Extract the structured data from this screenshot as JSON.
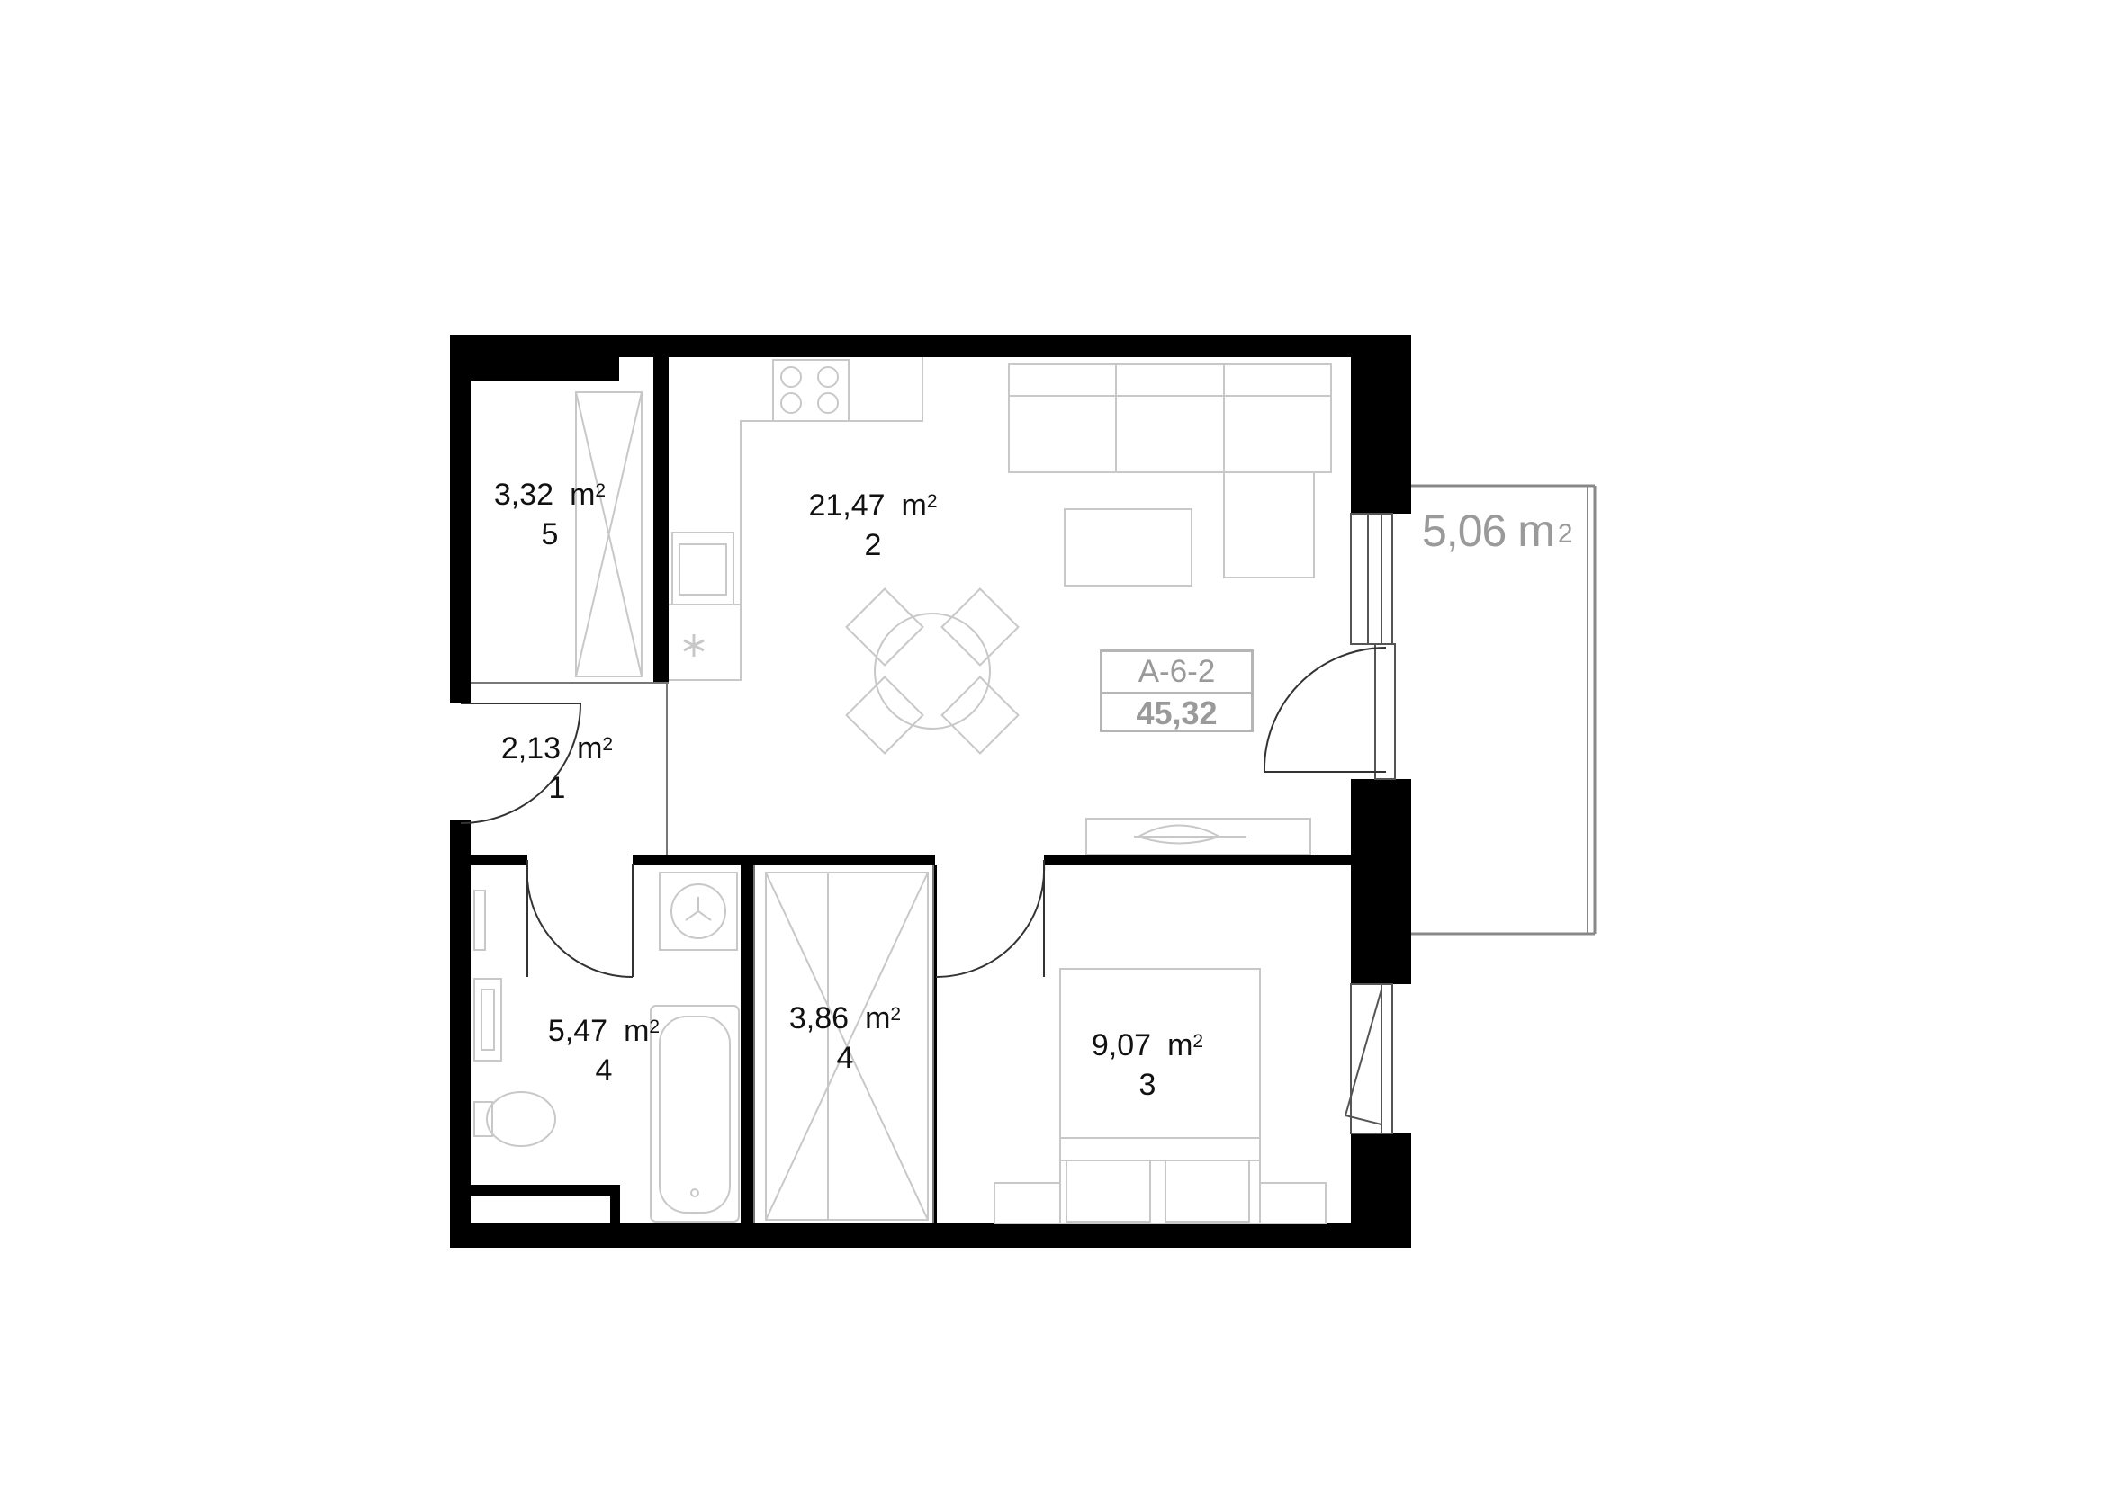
{
  "unit": {
    "code": "A-6-2",
    "total_area": "45,32"
  },
  "balcony": {
    "area": "5,06 m",
    "sup": "2"
  },
  "rooms": [
    {
      "id": "wardrobe",
      "area": "3,32",
      "unit": "m",
      "sup": "2",
      "number": "5"
    },
    {
      "id": "living-kitchen",
      "area": "21,47",
      "unit": "m",
      "sup": "2",
      "number": "2"
    },
    {
      "id": "hall",
      "area": "2,13",
      "unit": "m",
      "sup": "2",
      "number": "1"
    },
    {
      "id": "bathroom",
      "area": "5,47",
      "unit": "m",
      "sup": "2",
      "number": "4"
    },
    {
      "id": "closet",
      "area": "3,86",
      "unit": "m",
      "sup": "2",
      "number": "4"
    },
    {
      "id": "bedroom",
      "area": "9,07",
      "unit": "m",
      "sup": "2",
      "number": "3"
    }
  ],
  "colors": {
    "wall": "#000000",
    "furniture": "#c8c8c8",
    "text": "#111111",
    "muted": "#9a9a9a",
    "background": "#ffffff"
  }
}
